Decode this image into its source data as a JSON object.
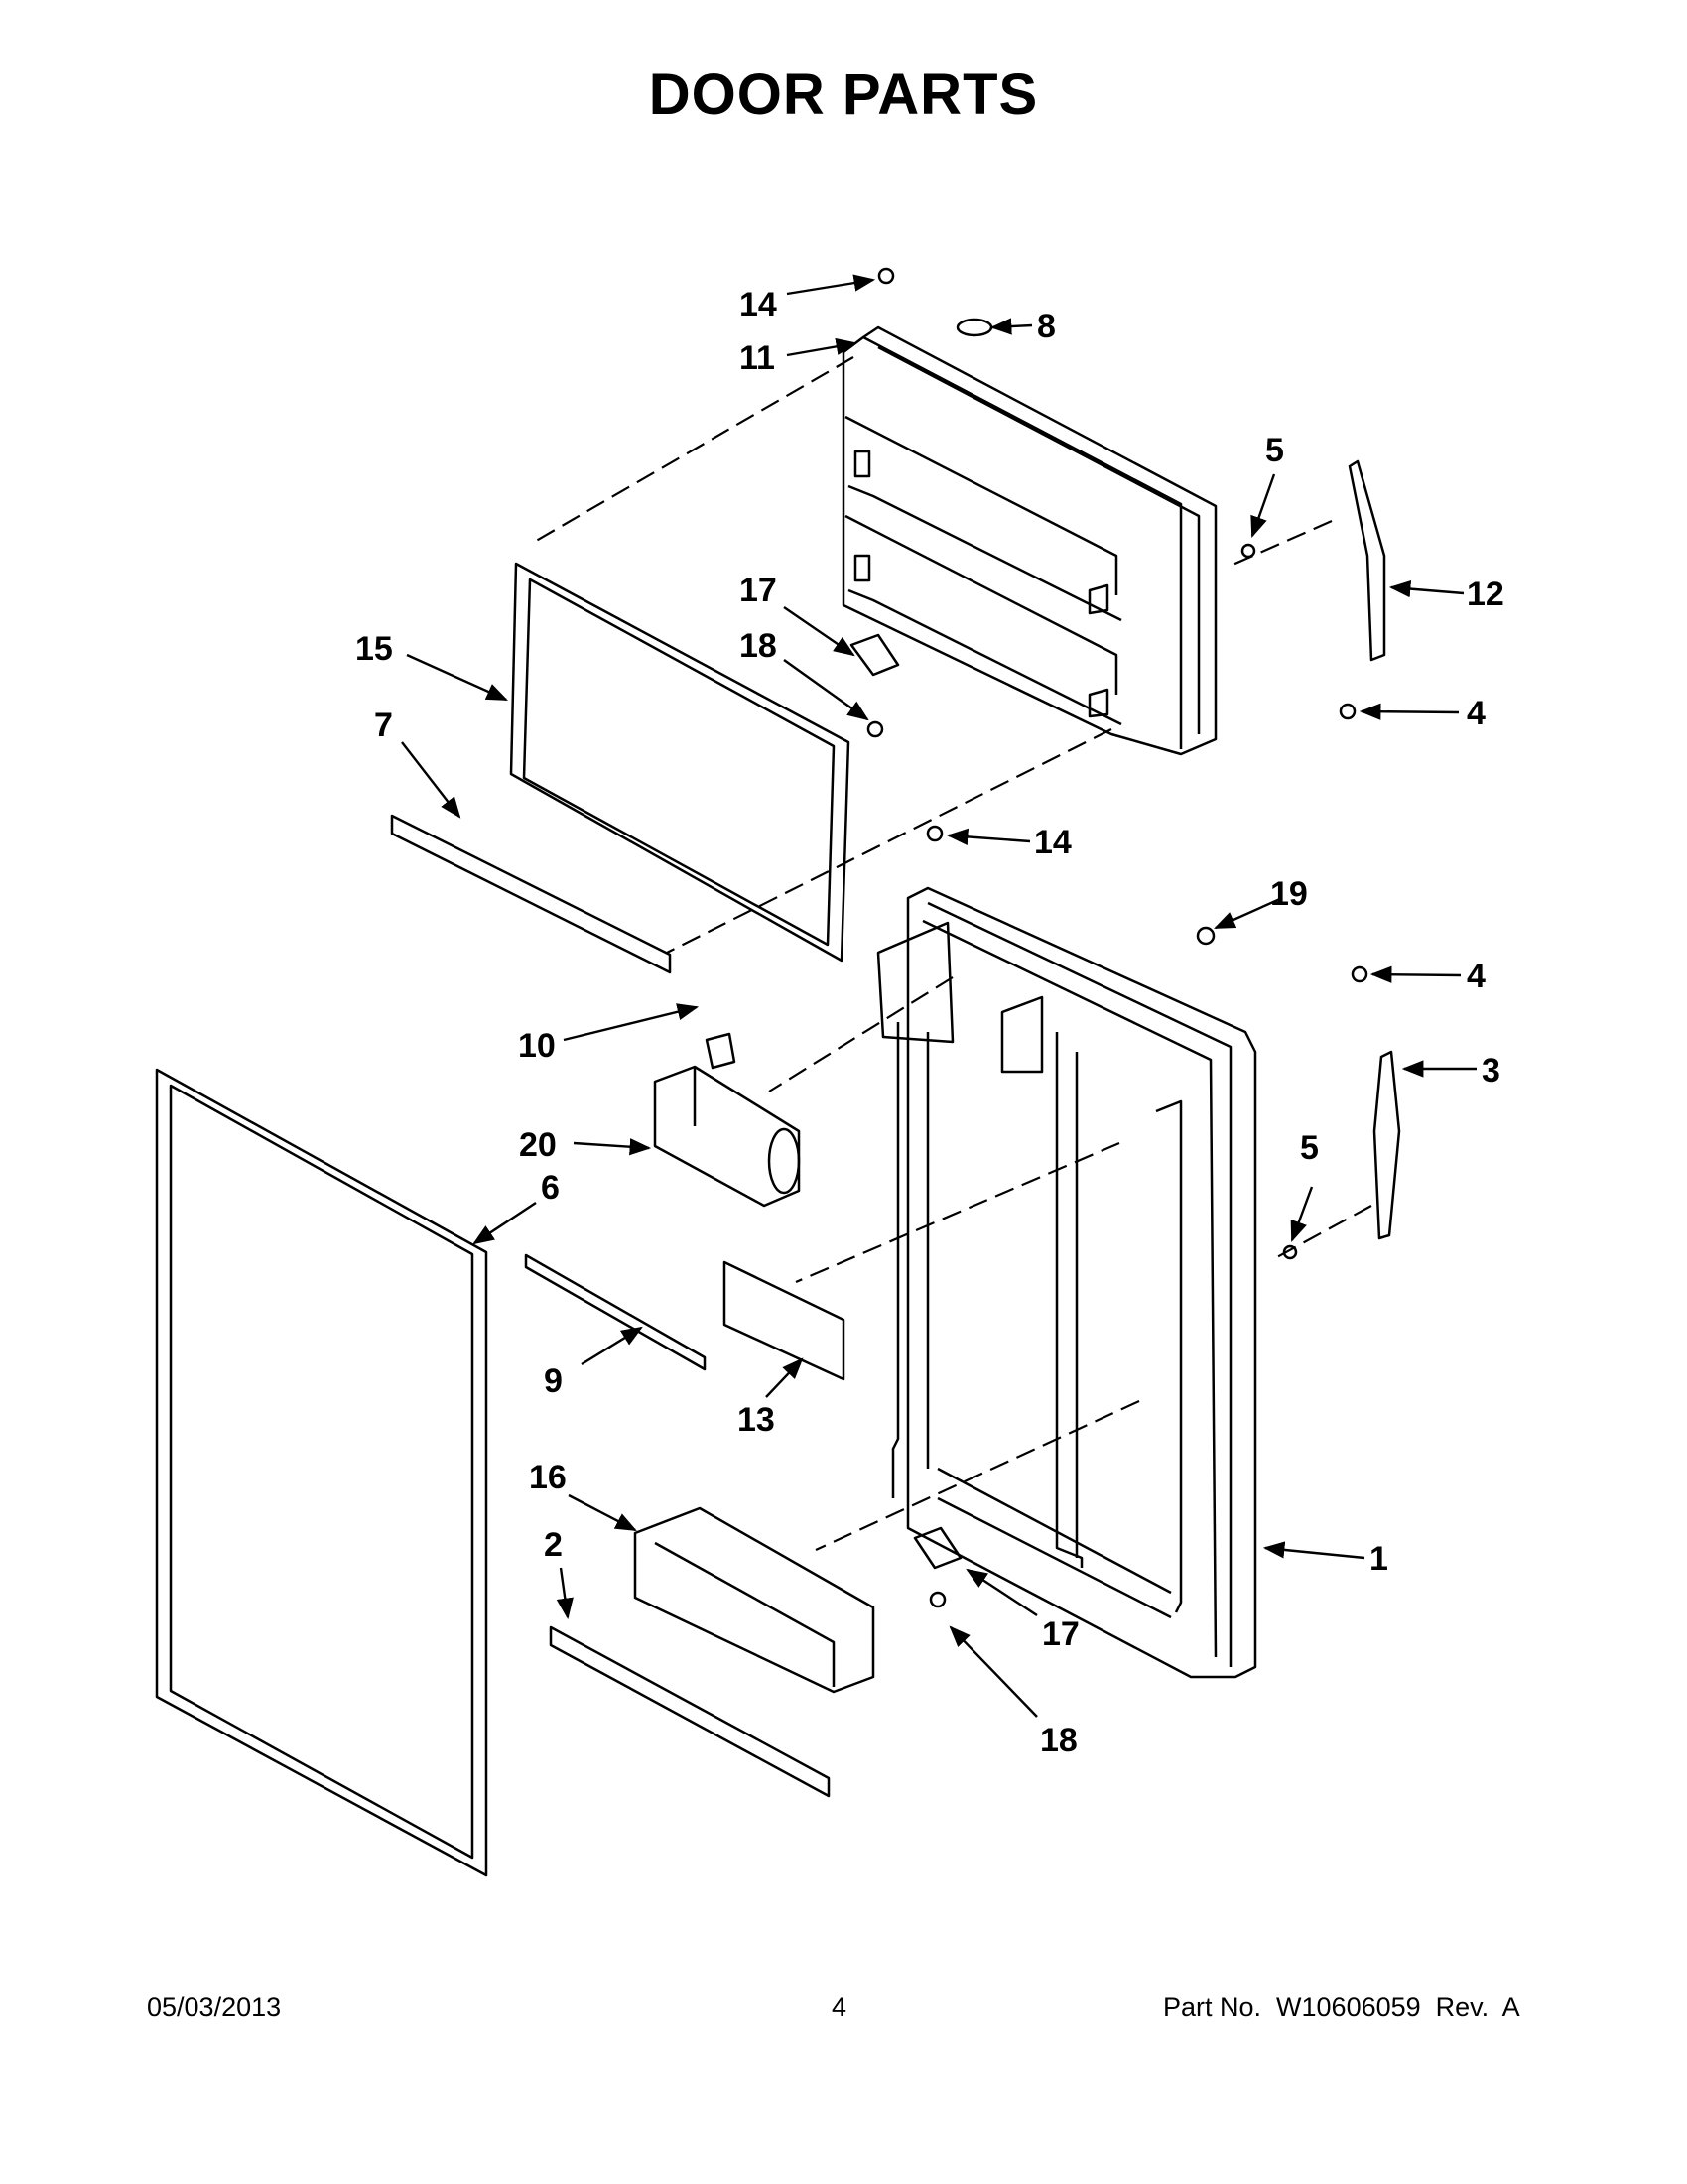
{
  "title": "DOOR PARTS",
  "callouts": {
    "c1": "1",
    "c2": "2",
    "c3": "3",
    "c4a": "4",
    "c4b": "4",
    "c5a": "5",
    "c5b": "5",
    "c6": "6",
    "c7": "7",
    "c8": "8",
    "c9": "9",
    "c10": "10",
    "c11": "11",
    "c12": "12",
    "c13": "13",
    "c14a": "14",
    "c14b": "14",
    "c15": "15",
    "c16": "16",
    "c17a": "17",
    "c17b": "17",
    "c18a": "18",
    "c18b": "18",
    "c19": "19",
    "c20": "20"
  },
  "footer": {
    "date": "05/03/2013",
    "page": "4",
    "part_no": "Part No.  W10606059  Rev.  A"
  }
}
